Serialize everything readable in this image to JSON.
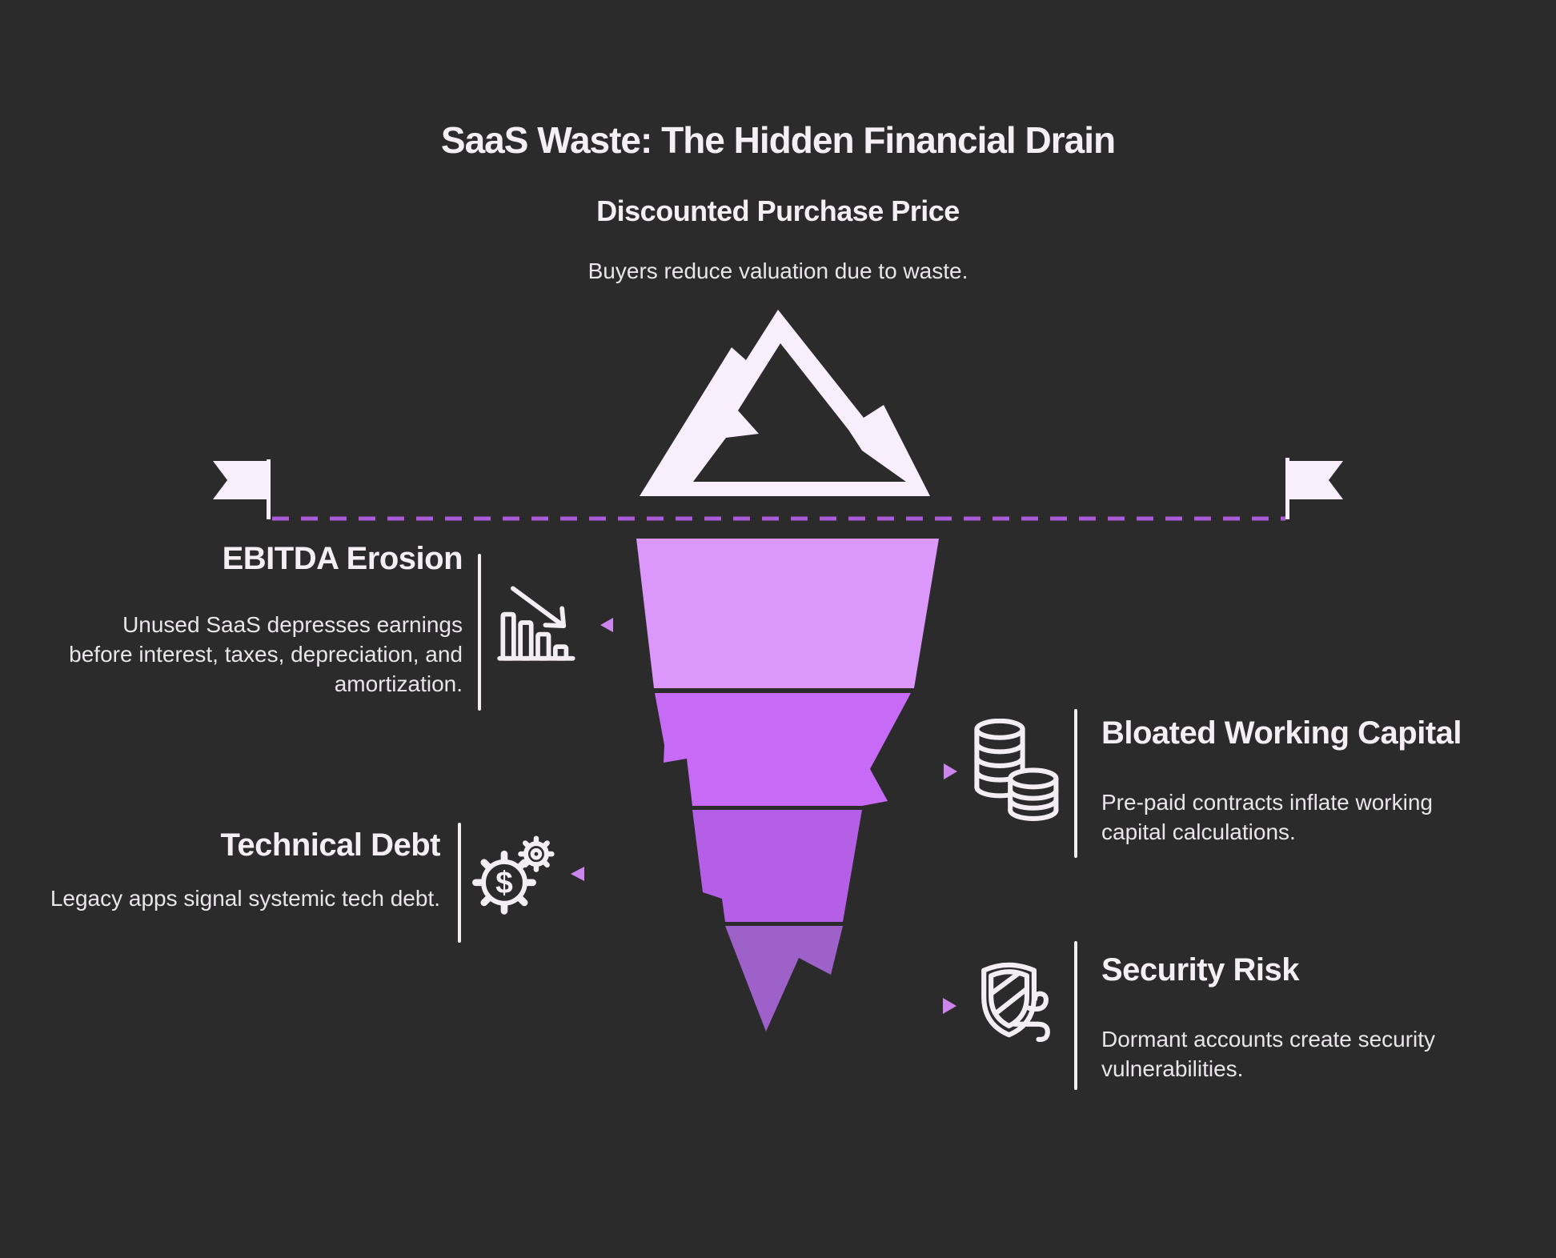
{
  "header": {
    "title": "SaaS Waste: The Hidden Financial Drain",
    "subtitle": "Discounted Purchase Price",
    "tagline": "Buyers reduce valuation due to waste."
  },
  "sections": {
    "ebitda": {
      "title": "EBITDA Erosion",
      "body": "Unused SaaS depresses earnings before interest, taxes, depreciation, and amortization.",
      "icon": "declining-bar-chart-icon"
    },
    "working_capital": {
      "title": "Bloated Working Capital",
      "body": "Pre-paid contracts inflate working capital calculations.",
      "icon": "coin-stacks-icon"
    },
    "tech_debt": {
      "title": "Technical Debt",
      "body": "Legacy apps signal systemic tech debt.",
      "icon": "gears-dollar-icon"
    },
    "security": {
      "title": "Security Risk",
      "body": "Dormant accounts create security vulnerabilities.",
      "icon": "shield-wind-icon"
    }
  },
  "iceberg": {
    "type": "iceberg-diagram",
    "above_water": "mountain peak",
    "underwater_segments": 4,
    "segment_colors": [
      "#db97fa",
      "#c76af5",
      "#b55fe6",
      "#9d61c9"
    ],
    "mountain_color": "#f9effc",
    "waterline_color": "#ab5bd8",
    "pointer_color": "#cd85ee"
  },
  "colors": {
    "background": "#2b2b2b",
    "heading_text": "#f3eff3",
    "body_text": "#e9e6e9",
    "icon_stroke": "#f2eef2"
  }
}
